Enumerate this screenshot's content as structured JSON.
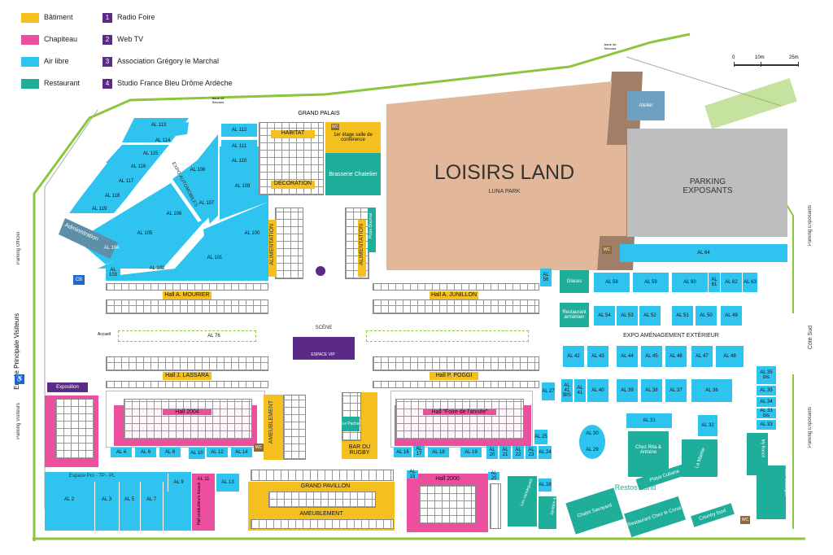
{
  "legend": {
    "types": [
      {
        "label": "Bâtiment",
        "color": "#f4c020"
      },
      {
        "label": "Chapiteau",
        "color": "#ec4f9e"
      },
      {
        "label": "Air libre",
        "color": "#2ec4ef"
      },
      {
        "label": "Restaurant",
        "color": "#1fae9a"
      }
    ],
    "numbered": [
      {
        "num": "1",
        "label": "Radio Foire"
      },
      {
        "num": "2",
        "label": "Web TV"
      },
      {
        "num": "3",
        "label": "Association Grégory le Marchal"
      },
      {
        "num": "4",
        "label": "Studio France Bleu Drôme Ardèche"
      }
    ]
  },
  "scale": {
    "zero": "0",
    "mid": "10m",
    "end": "25m"
  },
  "places": {
    "loisirs_land": "LOISIRS LAND",
    "luna_park": "LUNA PARK",
    "parking_exposants": "PARKING EXPOSANTS",
    "atelier": "Atelier",
    "grand_palais": "GRAND PALAIS",
    "habitat": "HABITAT",
    "decoration": "DÉCORATION",
    "etage": "1er étage salle de conférence",
    "brasserie": "Brasserie Chatelier",
    "administration": "Administration",
    "expo_auto": "EXPO AUTOMOBILES",
    "hall_mourier": "Hall A. MOURIER",
    "hall_junillon": "Hall A. JUNILLON",
    "hall_lassara": "Hall J. LASSARA",
    "hall_poggi": "Hall P. POGGI",
    "hall_2004": "Hall 2004",
    "hall_foire": "Hall \"Foire de l'année\"",
    "hall_2000": "Hall 2000",
    "alimentation": "ALIMENTATION",
    "ameublement": "AMEUBLEMENT",
    "grand_pavillon": "GRAND PAVILLON",
    "scene": "SCÈNE",
    "espace_vip": "ESPACE VIP",
    "bar_rugby": "BAR DU RUGBY",
    "expo_amenagement": "EXPO AMÉNAGEMENT EXTÉRIEUR",
    "restos_land": "Restos Land",
    "espace_pro": "Espace Pro - TP - PL",
    "hall_producteurs": "Hall producteurs locaux",
    "exposition": "Exposition",
    "glaces": "Glaces",
    "restaurant_armenien": "Restaurant arménien",
    "chez_rita": "Chez Rita & Antoine",
    "la_mamie": "La Mamie",
    "playa_cubana": "Playa Cubana",
    "chalet": "Chalet Savoyard",
    "resto_corse": "Restaurant Chez le Corse",
    "country_food": "Country food",
    "my_ranch": "My Ranch",
    "petite_gascogne": "La Petite Gascogne",
    "camarguais": "Les camarguais",
    "jambon": "Jambon à l'os",
    "pizza": "Pizza Dournai",
    "le_pacha": "Le Pacha",
    "accueil": "Accueil",
    "wc": "WC",
    "cb": "CB",
    "entree_principale": "Entrée Principale Visiteurs",
    "parking_officiel": "Parking Officiel",
    "parking_visiteurs": "Parking Visiteurs",
    "parking_exposants_side": "Parking Exposants",
    "cote_sud": "Côté Sud",
    "issue_secours": "Issue de Secours"
  },
  "al_labels": {
    "al113": "AL 113",
    "al114": "AL 114",
    "al115": "AL 115",
    "al116": "AL 116",
    "al117": "AL 117",
    "al118": "AL 118",
    "al119": "AL 119",
    "al108": "AL 108",
    "al107": "AL 107",
    "al106": "AL 106",
    "al105": "AL 105",
    "al104": "AL 104",
    "al103": "AL 103",
    "al102": "AL 102",
    "al101": "AL 101",
    "al100": "AL 100",
    "al109": "AL 109",
    "al110": "AL 110",
    "al111": "AL 111",
    "al112": "AL 112",
    "al64": "AL 64",
    "al56": "AL 56",
    "al58": "AL 58",
    "al59": "AL 59",
    "al60": "AL 60",
    "al61": "AL 61",
    "al62": "AL 62",
    "al63": "AL 63",
    "al54": "AL 54",
    "al53": "AL 53",
    "al52": "AL 52",
    "al51": "AL 51",
    "al50": "AL 50",
    "al49": "AL 49",
    "al42": "AL 42",
    "al43": "AL 43",
    "al44": "AL 44",
    "al45": "AL 45",
    "al46": "AL 46",
    "al47": "AL 47",
    "al48": "AL 48",
    "al41bis": "AL 41 BIS",
    "al41": "AL 41",
    "al40": "AL 40",
    "al39": "AL 39",
    "al38": "AL 38",
    "al37": "AL 37",
    "al36": "AL 36",
    "al35bis": "AL 35 bis",
    "al35": "AL 35",
    "al34": "AL 34",
    "al33bis": "AL 33 bis",
    "al33": "AL 33",
    "al32": "AL 32",
    "al31": "AL 31",
    "al30": "AL 30",
    "al29": "AL 29",
    "al27": "AL 27",
    "al25": "AL 25",
    "al24": "AL 24",
    "al23": "AL 23",
    "al22": "AL 22",
    "al21": "AL 21",
    "al20": "AL 20",
    "al19": "AL 19",
    "al18": "AL 18",
    "al17": "AL 17",
    "al16": "AL 16",
    "al15": "AL 15",
    "al28": "AL 28",
    "al4": "AL 4",
    "al6": "AL 6",
    "al8": "AL 8",
    "al10": "AL 10",
    "al12": "AL 12",
    "al14": "AL 14",
    "al2": "AL 2",
    "al3": "AL 3",
    "al5": "AL 5",
    "al7": "AL 7",
    "al9": "AL 9",
    "al11": "AL 11",
    "al13": "AL 13",
    "al76": "AL 76"
  }
}
